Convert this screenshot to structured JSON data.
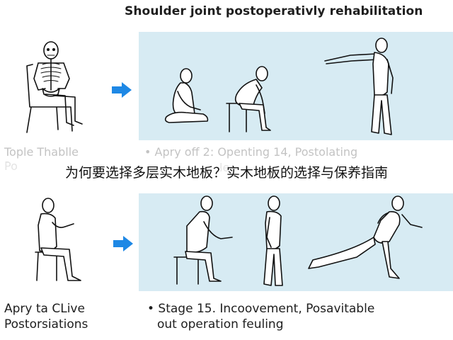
{
  "title": "Shoulder joint postoperativly rehabilitation",
  "top_row": {
    "left_caption_line1": "Tople Thablle",
    "left_caption_line2": "Po",
    "right_caption": "• Apry off 2: Openting 14, Postolating",
    "right_caption_tail": "le"
  },
  "overlay_text": "为何要选择多层实木地板？实木地板的选择与保养指南",
  "bottom_row": {
    "left_caption_line1": "Apry ta CLive",
    "left_caption_line2": "Postorsiations",
    "right_caption_line1": "• Stage 15. Incoovement, Posavitable",
    "right_caption_line2": "out operation feuling"
  },
  "colors": {
    "panel": "#d7ebf3",
    "arrow": "#1e88e5",
    "faded_text": "#c3c3c3"
  },
  "icons": [
    "skeleton-figure",
    "arrow-right-icon",
    "arrow-right-icon"
  ]
}
